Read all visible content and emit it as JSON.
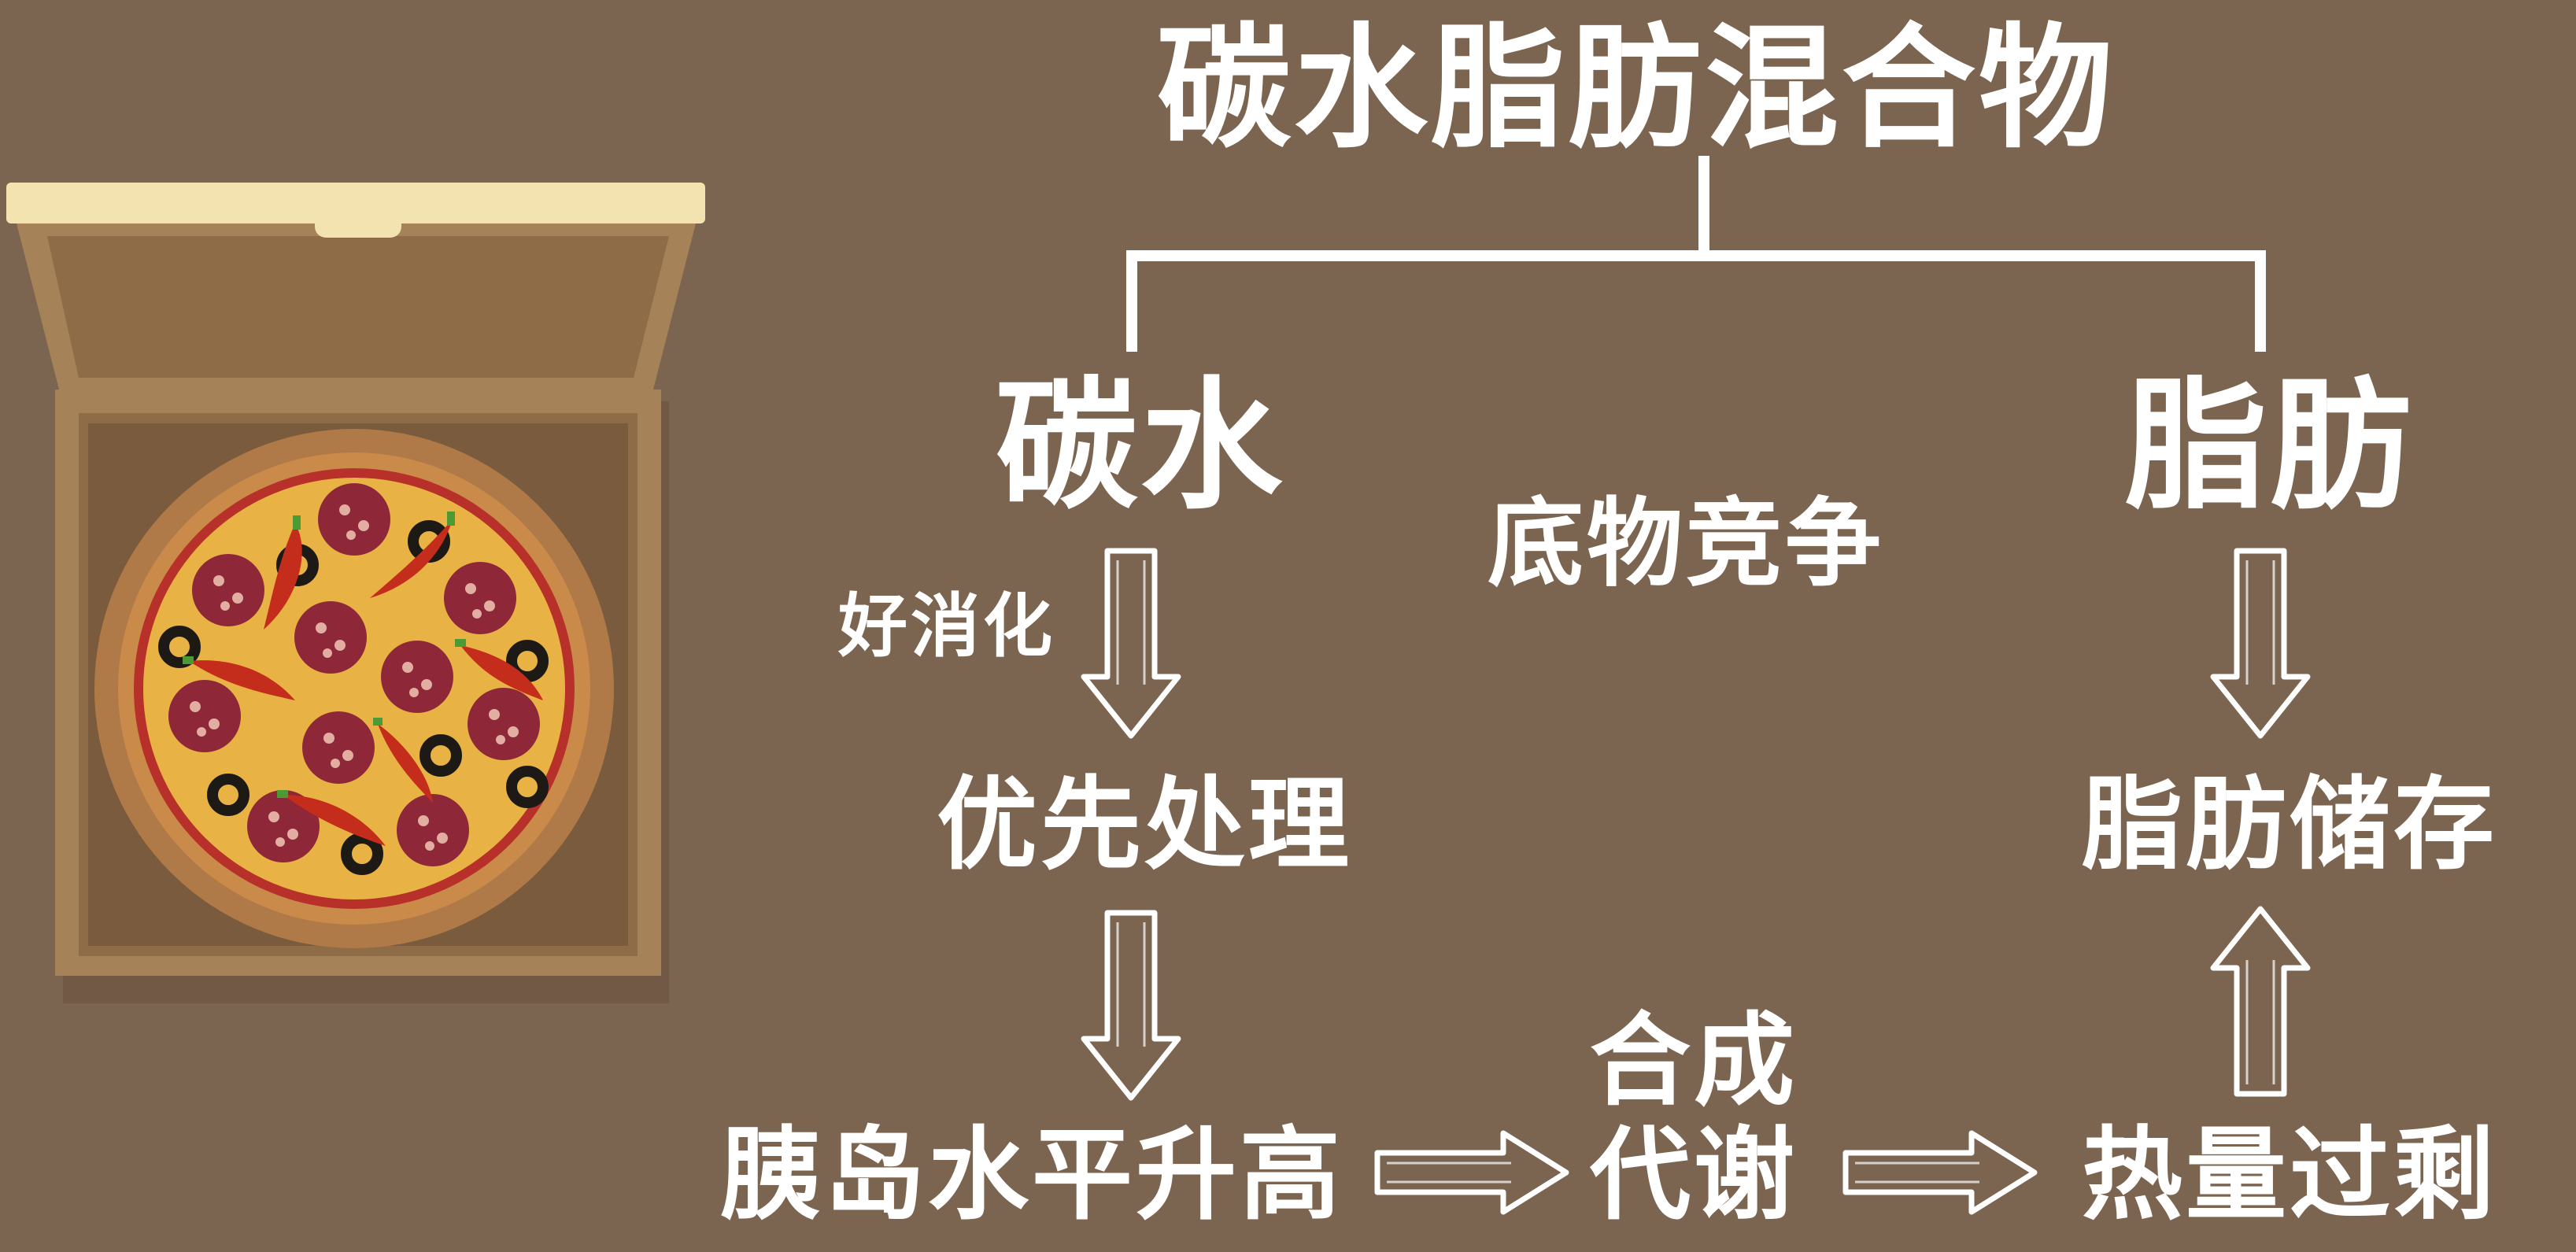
{
  "diagram": {
    "title": "碳水脂肪混合物",
    "left_branch": "碳水",
    "right_branch": "脂肪",
    "center_label": "底物竞争",
    "digest_label": "好消化",
    "nodes": {
      "priority": "优先处理",
      "insulin": "胰岛水平升高",
      "synthesis_line1": "合成",
      "synthesis_line2": "代谢",
      "calorie_surplus": "热量过剩",
      "fat_storage": "脂肪储存"
    }
  },
  "illustration": {
    "name": "pizza-in-box"
  },
  "colors": {
    "background": "#7b6450",
    "text": "#ffffff",
    "box_light": "#f3e3b0",
    "box": "#a58257",
    "crust": "#c98a4a",
    "cheese": "#e9b244",
    "sauce": "#b8302a",
    "pepperoni": "#8e2838",
    "chili": "#c42d1c",
    "olive": "#1d1a16"
  }
}
